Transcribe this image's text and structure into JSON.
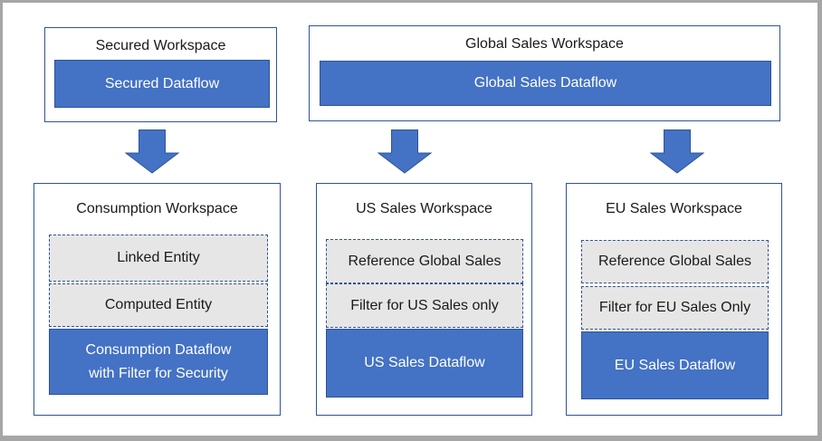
{
  "diagram": {
    "workspaces": {
      "secured": {
        "title": "Secured Workspace",
        "dataflow": "Secured Dataflow"
      },
      "global_sales": {
        "title": "Global Sales Workspace",
        "dataflow": "Global Sales Dataflow"
      },
      "consumption": {
        "title": "Consumption Workspace",
        "entities": [
          "Linked Entity",
          "Computed Entity"
        ],
        "dataflow_lines": [
          "Consumption Dataflow",
          "with Filter for Security"
        ]
      },
      "us_sales": {
        "title": "US Sales Workspace",
        "entities": [
          "Reference Global Sales",
          "Filter for US Sales only"
        ],
        "dataflow": "US Sales Dataflow"
      },
      "eu_sales": {
        "title": "EU Sales Workspace",
        "entities": [
          "Reference Global Sales",
          "Filter for EU Sales Only"
        ],
        "dataflow": "EU Sales Dataflow"
      }
    },
    "icons": {
      "down_arrow": "block-down-arrow"
    },
    "colors": {
      "accent_blue": "#4472C4",
      "outline_blue": "#2F5496",
      "entity_gray": "#E7E6E6",
      "frame_gray": "#A6A6A6"
    }
  }
}
